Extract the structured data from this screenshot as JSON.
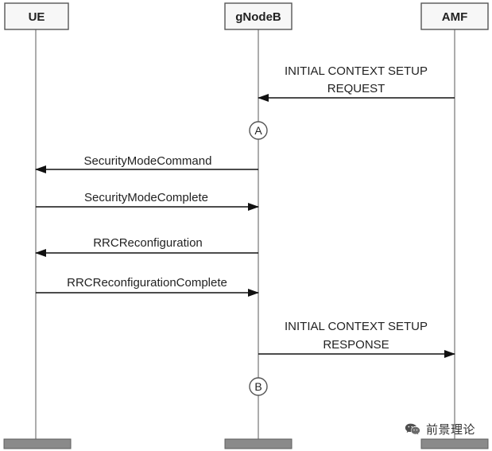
{
  "entities": {
    "ue": "UE",
    "gnodeb": "gNodeB",
    "amf": "AMF"
  },
  "messages": {
    "initial_context_setup_request": {
      "line1": "INITIAL CONTEXT SETUP",
      "line2": "REQUEST"
    },
    "security_mode_command": "SecurityModeCommand",
    "security_mode_complete": "SecurityModeComplete",
    "rrc_reconfiguration": "RRCReconfiguration",
    "rrc_reconfiguration_complete": "RRCReconfigurationComplete",
    "initial_context_setup_response": {
      "line1": "INITIAL CONTEXT SETUP",
      "line2": "RESPONSE"
    }
  },
  "markers": {
    "a": "A",
    "b": "B"
  },
  "watermark": {
    "text": "前景理论"
  }
}
